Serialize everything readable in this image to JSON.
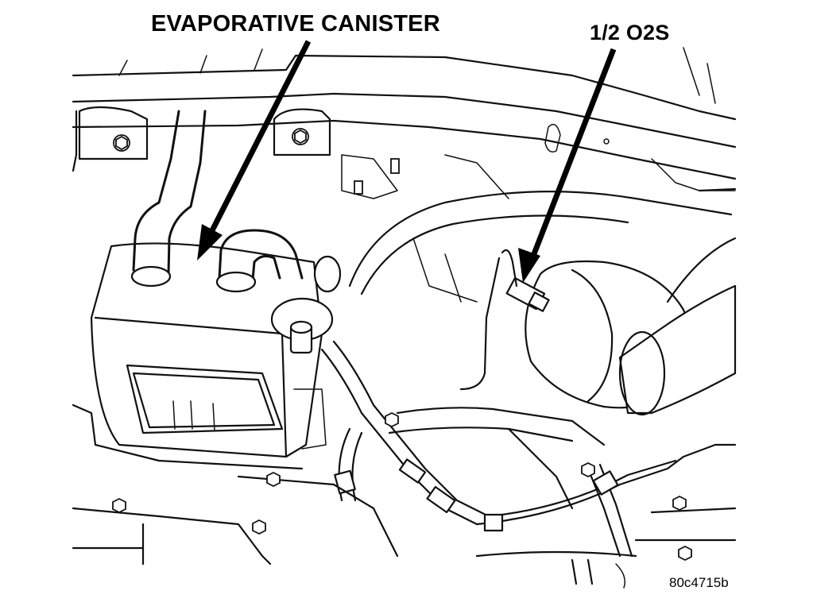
{
  "labels": {
    "canister": "EVAPORATIVE CANISTER",
    "o2s": "1/2 O2S",
    "figure_id": "80c4715b"
  },
  "colors": {
    "ink": "#000000",
    "paper": "#ffffff"
  }
}
